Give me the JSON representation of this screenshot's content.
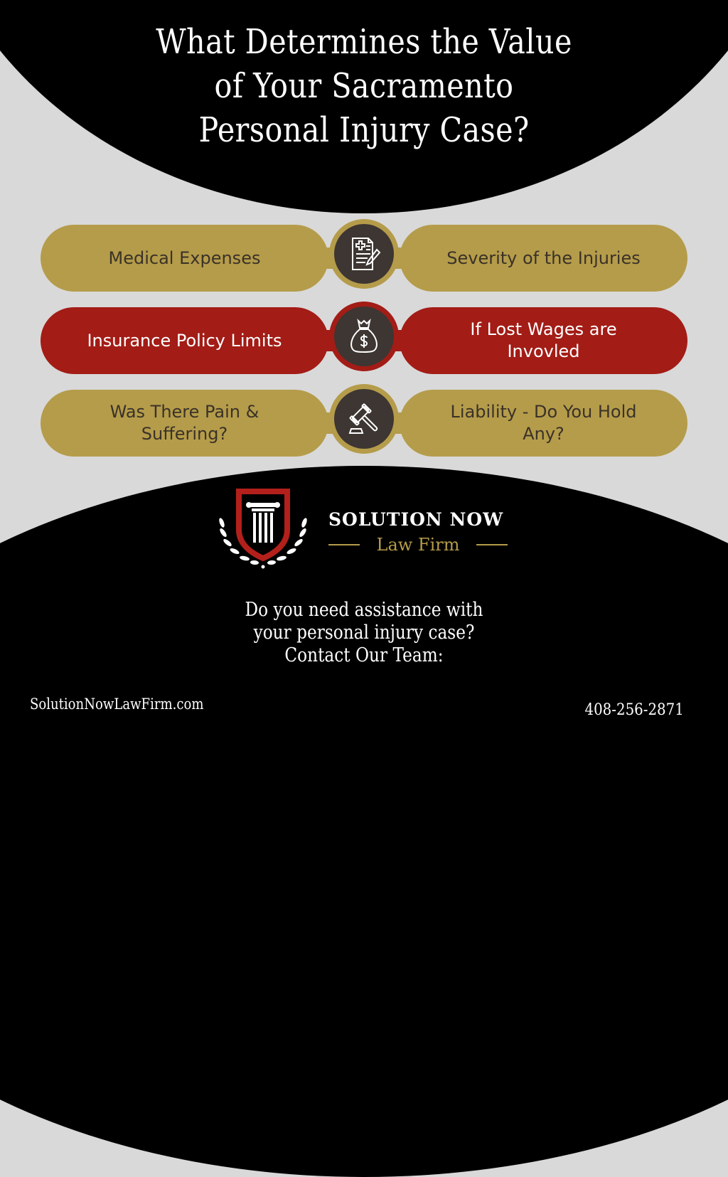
{
  "title": {
    "line1": "What Determines the Value",
    "line2": "of Your Sacramento",
    "line3": "Personal Injury Case?"
  },
  "rows": [
    {
      "color": "#b59c4a",
      "left": "Medical Expenses",
      "right": "Severity of the Injuries",
      "icon": "medical-document-icon"
    },
    {
      "color": "#a31c16",
      "left": "Insurance Policy Limits",
      "right_line1": "If Lost Wages are",
      "right_line2": "Invovled",
      "icon": "money-bag-icon"
    },
    {
      "color": "#b59c4a",
      "left_line1": "Was There Pain &",
      "left_line2": "Suffering?",
      "right_line1": "Liability - Do You Hold",
      "right_line2": "Any?",
      "icon": "gavel-icon"
    }
  ],
  "brand": {
    "name": "SOLUTION NOW",
    "subtitle": "Law Firm",
    "logo_icon": "shield-pillar-laurel-icon"
  },
  "cta": {
    "line1": "Do you need assistance with",
    "line2": "your personal injury case?",
    "line3": "Contact Our Team:"
  },
  "footer": {
    "website": "SolutionNowLawFirm.com",
    "phone": "408-256-2871"
  },
  "colors": {
    "gold": "#b59c4a",
    "red": "#a31c16",
    "hub": "#3d3632",
    "background": "#d9d9d9",
    "dark": "#000000"
  }
}
